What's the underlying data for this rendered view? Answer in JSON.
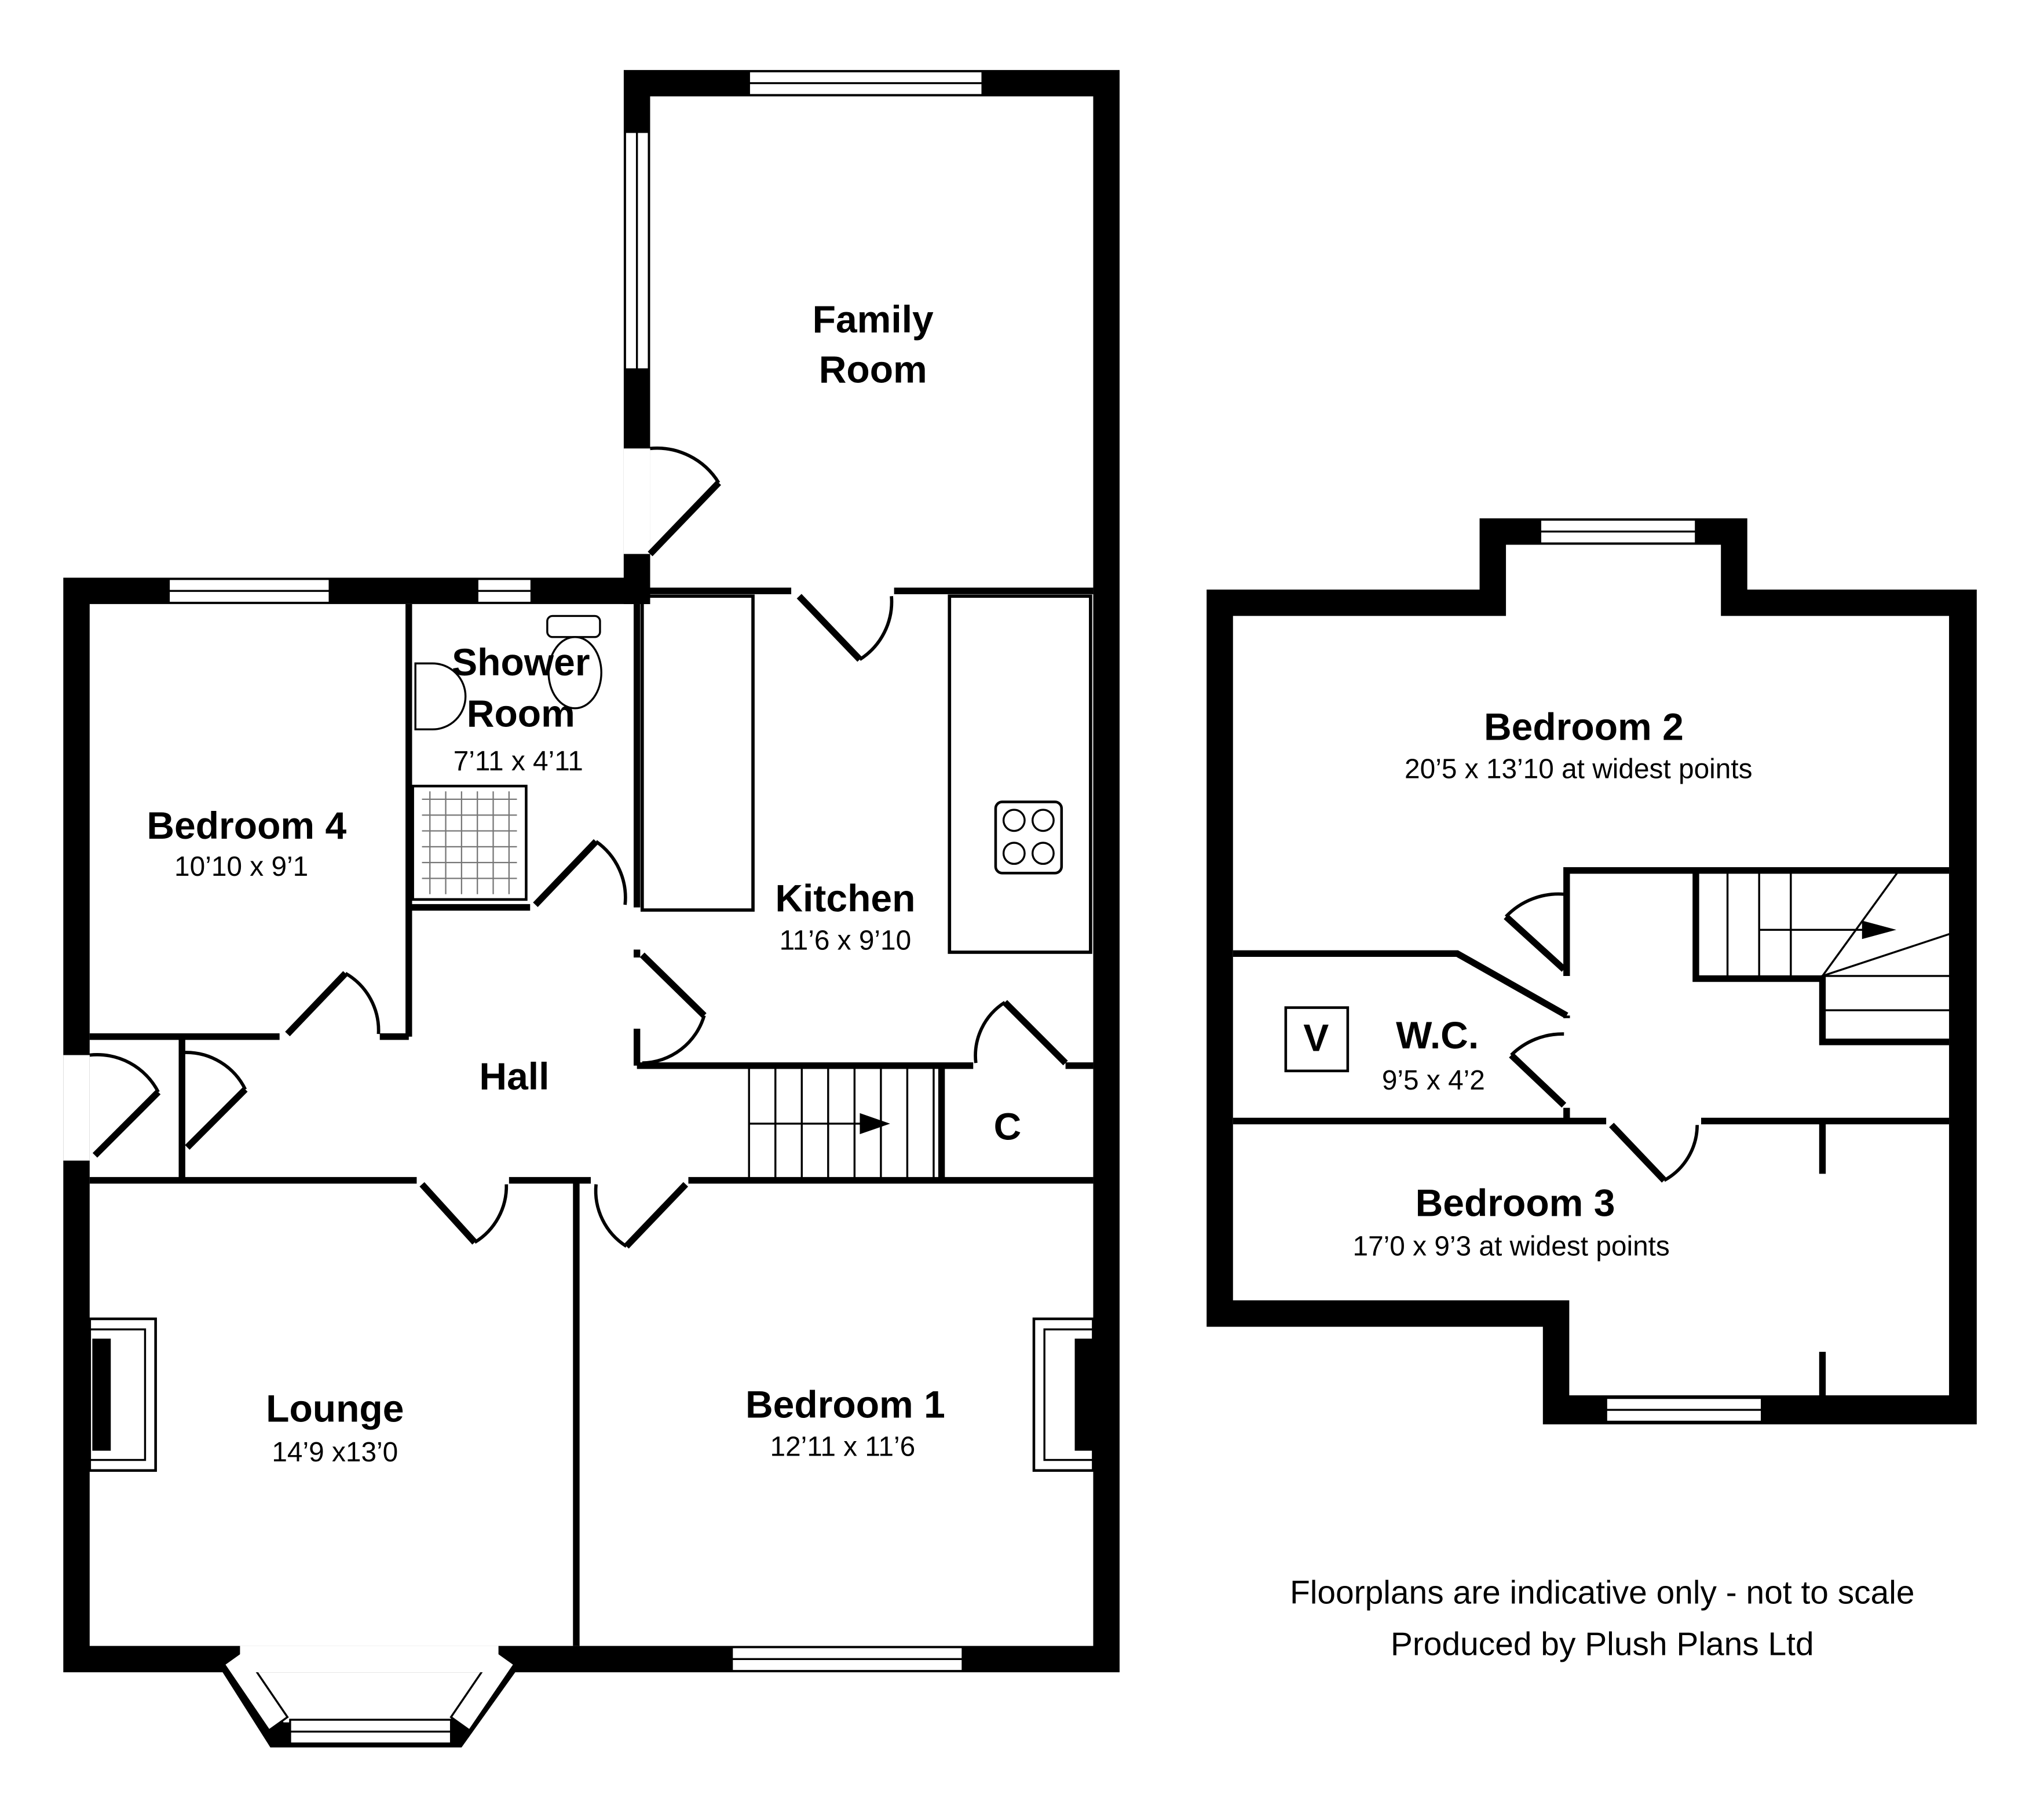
{
  "ground_floor": {
    "rooms": [
      {
        "name": "Family Room",
        "line1": "Family",
        "line2": "Room"
      },
      {
        "name": "Shower Room",
        "line1": "Shower",
        "line2": "Room",
        "dimensions": "7’11 x 4’11"
      },
      {
        "name": "Bedroom 4",
        "dimensions": "10’10 x 9’1"
      },
      {
        "name": "Kitchen",
        "dimensions": "11’6 x 9’10"
      },
      {
        "name": "Hall"
      },
      {
        "name": "C"
      },
      {
        "name": "Lounge",
        "dimensions": "14’9 x13’0"
      },
      {
        "name": "Bedroom 1",
        "dimensions": "12’11 x 11’6"
      }
    ]
  },
  "first_floor": {
    "rooms": [
      {
        "name": "Bedroom 2",
        "dimensions": "20’5 x 13’10 at widest points"
      },
      {
        "name": "W.C.",
        "dimensions": "9’5 x 4’2",
        "marker": "V"
      },
      {
        "name": "Bedroom 3",
        "dimensions": "17’0 x 9’3 at widest points"
      }
    ]
  },
  "footer": {
    "disclaimer": "Floorplans are indicative only - not to scale",
    "credit": "Produced by Plush Plans Ltd"
  }
}
